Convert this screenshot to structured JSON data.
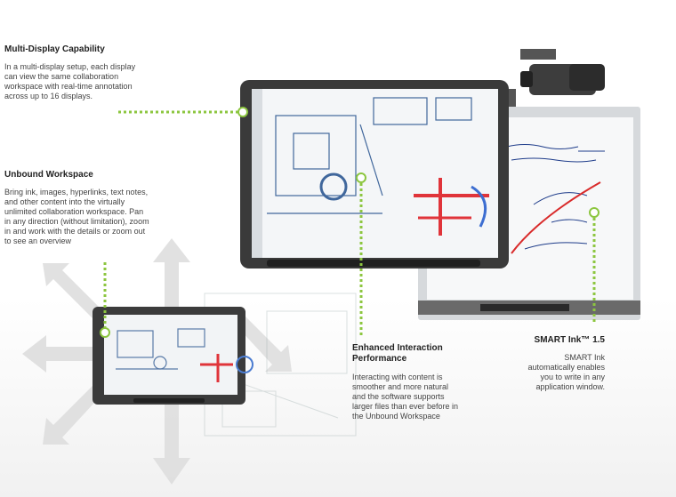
{
  "features": [
    {
      "id": "multi-display",
      "title": "Multi-Display Capability",
      "text": "In a multi-display setup, each display\ncan view the same collaboration\nworkspace with real-time annotation\nacross up to 16 displays."
    },
    {
      "id": "unbound-workspace",
      "title": "Unbound Workspace",
      "text": "Bring ink, images, hyperlinks, text notes,\nand other content into the virtually\nunlimited collaboration workspace. Pan\nin any direction (without limitation), zoom\nin and work with the details or zoom out\nto see an overview"
    },
    {
      "id": "enhanced-interaction",
      "title": "Enhanced Interaction\nPerformance",
      "text": "Interacting with content is\nsmoother and more natural\nand the software supports\nlarger files than ever before in\nthe Unbound Workspace"
    },
    {
      "id": "smart-ink",
      "title": "SMART Ink™ 1.5",
      "text": "SMART Ink\nautomatically enables\nyou to write in any\napplication window."
    }
  ],
  "colors": {
    "callout_green": "#8cc63f",
    "bezel": "#3a3a3a",
    "screen": "#f4f6f8",
    "arrow": "#dcdcdc"
  },
  "icons": [
    "pan-arrows-icon",
    "projector-icon"
  ]
}
